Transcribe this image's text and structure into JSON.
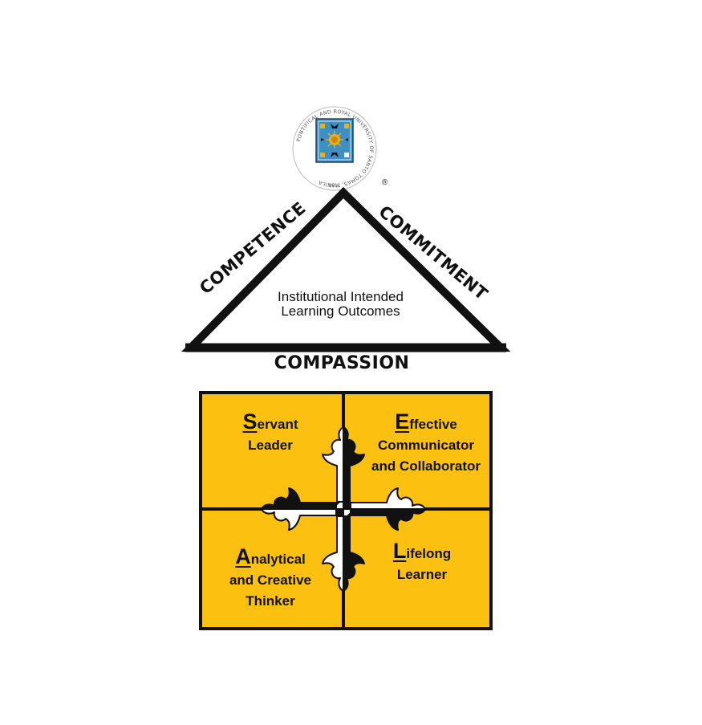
{
  "seal": {
    "ring_text": "PONTIFICAL AND ROYAL UNIVERSITY OF SANTO TOMAS, MANILA",
    "year": "1611",
    "registered_mark": "®"
  },
  "triangle": {
    "left_label": "COMPETENCE",
    "right_label": "COMMITMENT",
    "base_label": "COMPASSION",
    "title_line1": "Institutional Intended",
    "title_line2": "Learning Outcomes"
  },
  "quadrants": {
    "servant": {
      "initial": "S",
      "rest": "ervant",
      "line2": "Leader"
    },
    "effective": {
      "initial": "E",
      "rest": "ffective",
      "line2": "Communicator",
      "line3": "and Collaborator"
    },
    "analytical": {
      "initial": "A",
      "rest": "nalytical",
      "line2": "and Creative",
      "line3": "Thinker"
    },
    "lifelong": {
      "initial": "L",
      "rest": "ifelong",
      "line2": "Learner"
    }
  },
  "colors": {
    "quadrant_fill": "#FCC010",
    "outline": "#111111",
    "shield_blue": "#3E8FC4",
    "seal_gold": "#E8B020"
  }
}
